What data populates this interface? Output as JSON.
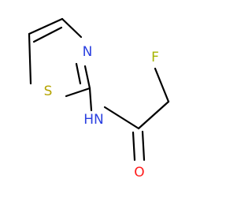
{
  "diagram": {
    "type": "chemical-structure",
    "atoms": {
      "sulfur": "S",
      "nitrogen_ring": "N",
      "nitrogen_amide": "HN",
      "fluorine": "F",
      "oxygen": "O"
    },
    "colors": {
      "sulfur": "#b5a400",
      "nitrogen": "#2a3fe0",
      "fluorine": "#a6b400",
      "oxygen": "#ff1a1a",
      "bond": "#000000",
      "background": "#ffffff"
    }
  }
}
